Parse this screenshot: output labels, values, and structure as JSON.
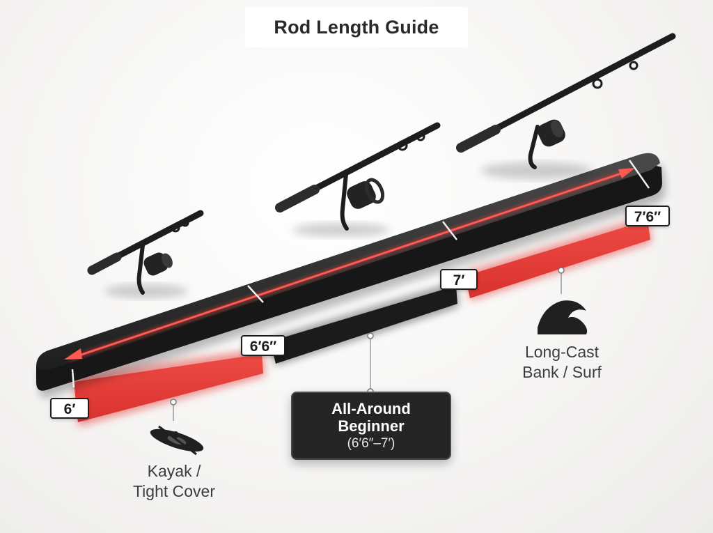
{
  "title": "Rod Length Guide",
  "ticks": {
    "t6": "6′",
    "t66": "6′6″",
    "t7": "7′",
    "t76": "7′6″"
  },
  "zones": {
    "short": {
      "line1": "Kayak /",
      "line2": "Tight Cover",
      "icon": "kayak-icon"
    },
    "mid": {
      "line1": "All-Around",
      "line2": "Beginner",
      "line3": "(6′6″–7′)"
    },
    "long": {
      "line1": "Long-Cast",
      "line2": "Bank / Surf",
      "icon": "wave-icon"
    }
  },
  "colors": {
    "accent": "#e8413c",
    "bar": "#1f1f1f",
    "card": "#252525"
  }
}
